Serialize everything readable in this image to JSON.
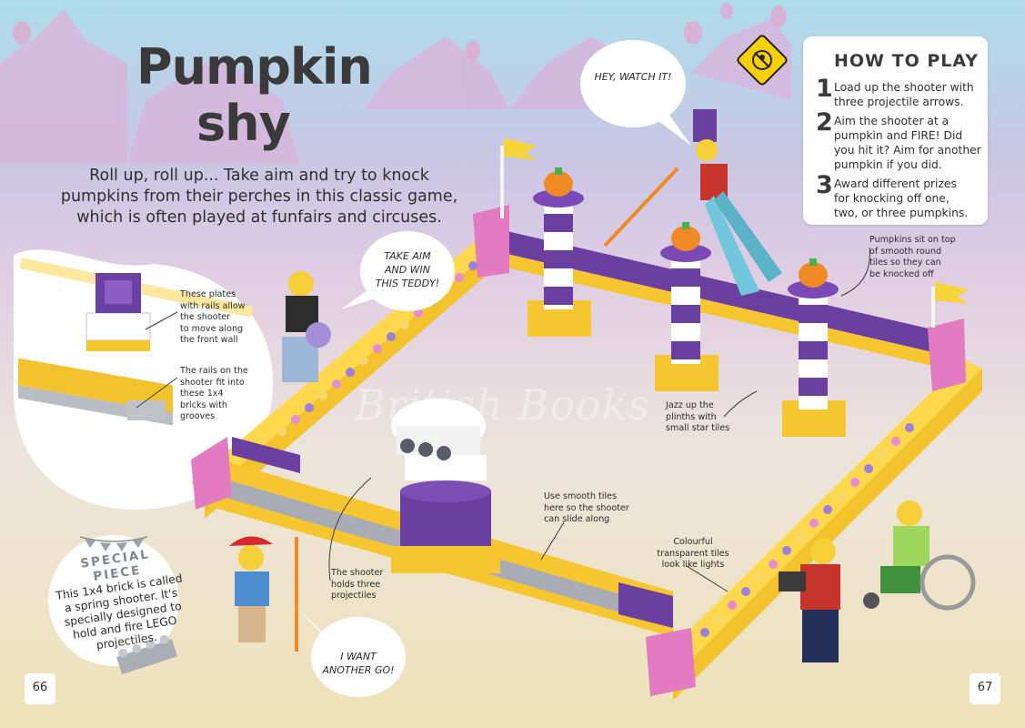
{
  "title": {
    "line1": "Pumpkin",
    "line2": "shy"
  },
  "intro": {
    "line1": "Roll up, roll up... Take aim and try to knock",
    "line2": "pumpkins from their perches in this classic game,",
    "line3": "which is often played at funfairs and circuses."
  },
  "how_to_play": {
    "heading": "HOW TO PLAY",
    "steps": [
      {
        "number": "1",
        "lines": [
          "Load up the shooter with",
          "three projectile arrows."
        ]
      },
      {
        "number": "2",
        "lines": [
          "Aim the shooter at a",
          "pumpkin and FIRE! Did",
          "you hit it? Aim for another",
          "pumpkin if you did."
        ]
      },
      {
        "number": "3",
        "lines": [
          "Award different prizes",
          "for knocking off one,",
          "two, or three pumpkins."
        ]
      }
    ]
  },
  "speech_bubbles": {
    "watch": "HEY, WATCH IT!",
    "aim": [
      "TAKE AIM",
      "AND WIN",
      "THIS TEDDY!"
    ],
    "again": [
      "I WANT",
      "ANOTHER GO!"
    ]
  },
  "annotations": {
    "plates": [
      "These plates",
      "with rails allow",
      "the shooter",
      "to move along",
      "the front wall"
    ],
    "rails": [
      "The rails on the",
      "shooter fit into",
      "these 1x4",
      "bricks with",
      "grooves"
    ],
    "pumpkins": [
      "Pumpkins sit on top",
      "of smooth round",
      "tiles so they can",
      "be knocked off"
    ],
    "plinths": [
      "Jazz up the",
      "plinths with",
      "small star tiles"
    ],
    "smooth": [
      "Use smooth tiles",
      "here so the shooter",
      "can slide along"
    ],
    "lights": [
      "Colourful",
      "transparent tiles",
      "look like lights"
    ],
    "shooter": [
      "The shooter",
      "holds three",
      "projectiles"
    ]
  },
  "special_piece": {
    "title_line1": "SPECIAL",
    "title_line2": "PIECE",
    "body": [
      "This 1x4 brick is called",
      "a spring shooter. It's",
      "specially designed to",
      "hold and fire LEGO",
      "projectiles."
    ]
  },
  "page_numbers": {
    "left": "66",
    "right": "67"
  },
  "watermark": "British Books",
  "colors": {
    "sky": "#aedcea",
    "purple": "#6b3fa0",
    "yellow": "#f6c630",
    "pink": "#e27bc2",
    "orange": "#f08a24",
    "cyan": "#6cc6d8",
    "warning_yellow": "#f7d000"
  },
  "icons": {
    "warning": "no-eye-projectile-warning-icon"
  }
}
